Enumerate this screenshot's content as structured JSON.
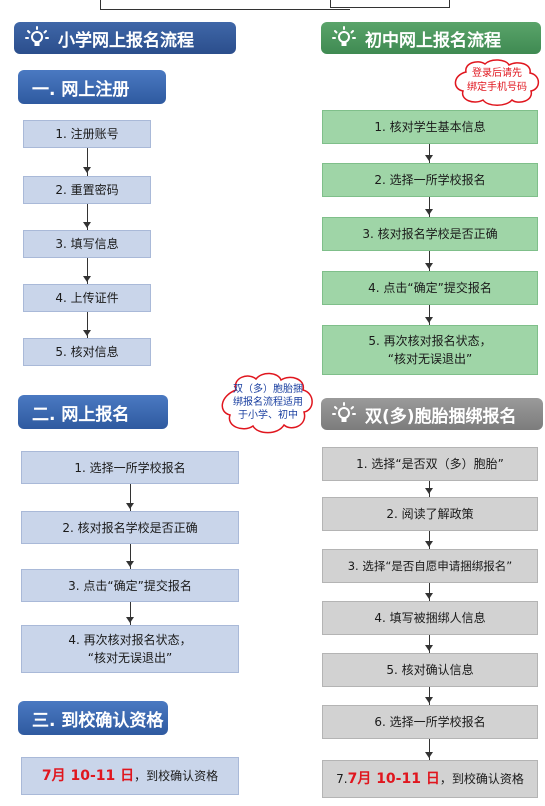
{
  "primary": {
    "header": "小学网上报名流程",
    "section1": {
      "title": "一. 网上注册",
      "steps": [
        "1. 注册账号",
        "2. 重置密码",
        "3. 填写信息",
        "4. 上传证件",
        "5. 核对信息"
      ]
    },
    "section2": {
      "title": "二. 网上报名",
      "steps": [
        "1. 选择一所学校报名",
        "2. 核对报名学校是否正确",
        "3. 点击“确定”提交报名"
      ],
      "step4": [
        "4. 再次核对报名状态，",
        "“核对无误退出”"
      ]
    },
    "section3": {
      "title": "三. 到校确认资格",
      "date": "7月 10-11 日",
      "text": "，到校确认资格"
    }
  },
  "middle": {
    "header": "初中网上报名流程",
    "note": [
      "登录后请先",
      "绑定手机号码"
    ],
    "steps": [
      "1. 核对学生基本信息",
      "2. 选择一所学校报名",
      "3. 核对报名学校是否正确",
      "4. 点击“确定”提交报名"
    ],
    "step5": [
      "5. 再次核对报名状态，",
      "“核对无误退出”"
    ]
  },
  "twins": {
    "header": "双(多)胞胎捆绑报名",
    "note": [
      "双（多）胞胎捆",
      "绑报名流程适用",
      "于小学、初中"
    ],
    "steps": [
      "1. 选择“是否双（多）胞胎”",
      "2. 阅读了解政策",
      "3. 选择“是否自愿申请捆绑报名”",
      "4. 填写被捆绑人信息",
      "5. 核对确认信息",
      "6. 选择一所学校报名"
    ],
    "final_prefix": "7.",
    "final_date": "7月 10-11 日",
    "final_text": "，到校确认资格"
  },
  "colors": {
    "blue": "#2f5aa0",
    "green": "#3f8a52",
    "gray": "#7c7c7c",
    "red": "#e0161e"
  }
}
